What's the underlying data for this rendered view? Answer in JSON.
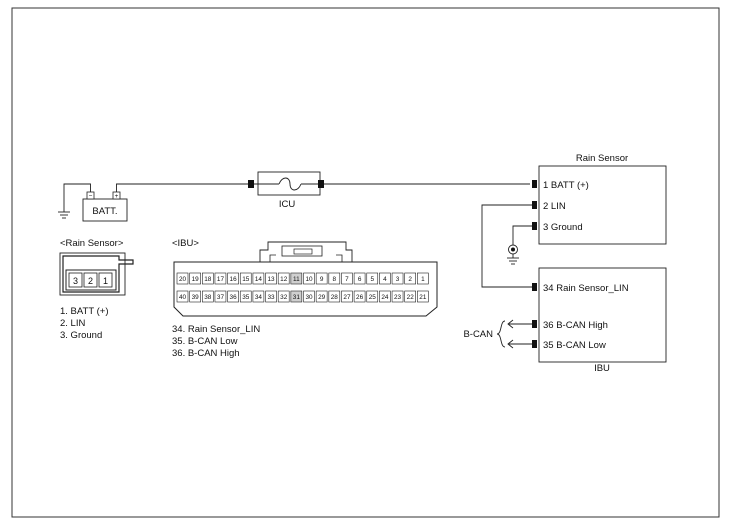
{
  "battery": {
    "label": "BATT.",
    "neg": "−",
    "pos": "+"
  },
  "fuse_box": {
    "label": "ICU"
  },
  "rain_sensor": {
    "title": "Rain Sensor",
    "pins": [
      {
        "label": "1 BATT (+)"
      },
      {
        "label": "2 LIN"
      },
      {
        "label": "3 Ground"
      }
    ]
  },
  "ibu": {
    "title": "IBU",
    "pins": [
      {
        "label": "34 Rain Sensor_LIN"
      },
      {
        "label": "36 B-CAN High"
      },
      {
        "label": "35 B-CAN Low"
      }
    ],
    "bus_label": "B-CAN"
  },
  "rain_connector": {
    "title": "<Rain Sensor>",
    "pins": [
      "3",
      "2",
      "1"
    ],
    "legend": [
      "1. BATT (+)",
      "2. LIN",
      "3. Ground"
    ]
  },
  "ibu_connector": {
    "title": "<IBU>",
    "top_row": [
      "20",
      "19",
      "18",
      "17",
      "16",
      "15",
      "14",
      "13",
      "12",
      "11",
      "10",
      "9",
      "8",
      "7",
      "6",
      "5",
      "4",
      "3",
      "2",
      "1"
    ],
    "bottom_row": [
      "40",
      "39",
      "38",
      "37",
      "36",
      "35",
      "34",
      "33",
      "32",
      "31",
      "30",
      "29",
      "28",
      "27",
      "26",
      "25",
      "24",
      "23",
      "22",
      "21"
    ],
    "legend": [
      "34. Rain Sensor_LIN",
      "35. B-CAN Low",
      "36. B-CAN High"
    ]
  },
  "colors": {
    "line": "#222222",
    "frame": "#333333",
    "shade": "#cfcfcf"
  }
}
